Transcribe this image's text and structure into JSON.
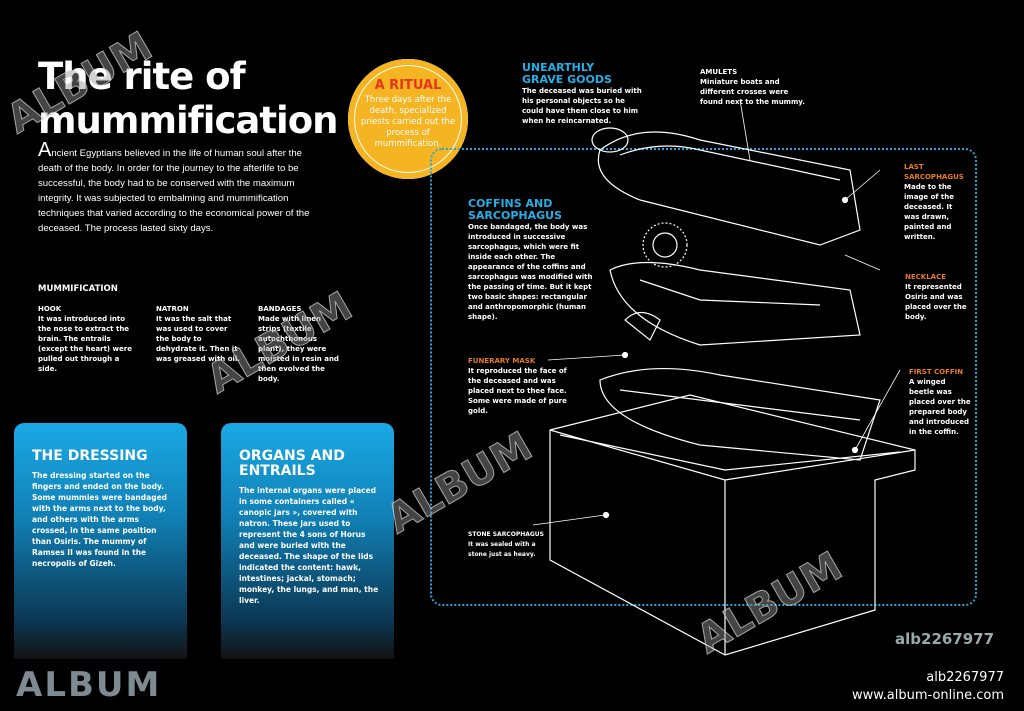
{
  "title": "The rite of mummification",
  "intro_initial": "A",
  "intro": "ncient Egyptians believed in the life of human soul after the death of the body. In order for the journey to the afterlife to be successful, the body had to be conserved with the maximum integrity. It was subjected to embalming and mummification techniques that varied according to the economical power of the deceased. The process lasted sixty days.",
  "mummification": {
    "title": "MUMMIFICATION",
    "items": [
      {
        "head": "HOOK",
        "text": "It was introduced into the nose to extract the brain. The entrails (except the heart) were pulled out through a side."
      },
      {
        "head": "NATRON",
        "text": "It was the salt that was used to cover the body to dehydrate it. Then it was greased with oil."
      },
      {
        "head": "BANDAGES",
        "text": "Made with linen strips (textile autochthonous plant), they were moisted in resin and then evolved the body."
      }
    ]
  },
  "dressing": {
    "title": "THE DRESSING",
    "text": "The dressing started on the fingers and ended on the body. Some mummies were bandaged with the arms next to the body, and others with the arms crossed, in the same position than Osiris. The mummy of Ramses II was found in the necropolis of Gizeh."
  },
  "organs": {
    "title": "ORGANS AND ENTRAILS",
    "text": "The internal organs were placed in some containers called « canopic jars », covered with natron. These jars used to represent the 4 sons of Horus and were buried with the deceased. The shape of the lids indicated the content: hawk, intestines; jackal, stomach; monkey, the lungs, and man, the liver."
  },
  "ritual": {
    "title": "A RITUAL",
    "text": "Three days after the death, specialized priests carried out the process of mummification."
  },
  "grave_goods": {
    "title": "UNEARTHLY GRAVE GOODS",
    "text": "The deceased was buried with his personal objects so he could have them close to him when he reincarnated."
  },
  "amulets": {
    "head": "AMULETS",
    "text": "Miniature boats and different crosses were found next to the mummy."
  },
  "coffins": {
    "title": "COFFINS AND SARCOPHAGUS",
    "text": "Once bandaged, the body was introduced in successive sarcophagus, which were fit inside each other. The appearance of the coffins and sarcophagus was modified with the passing of time. But it kept two basic shapes: rectangular and anthropomorphic (human shape)."
  },
  "last_sarcophagus": {
    "head": "LAST SARCOPHAGUS",
    "text": "Made to the image of the deceased. It was drawn, painted and written."
  },
  "necklace": {
    "head": "NECKLACE",
    "text": "It represented Osiris and was placed over the body."
  },
  "first_coffin": {
    "head": "FIRST COFFIN",
    "text": "A winged beetle was placed over the prepared body and introduced in the coffin."
  },
  "funerary_mask": {
    "head": "FUNERARY MASK",
    "text": "It reproduced the face of the deceased and was placed next to thee face. Some were made of pure gold."
  },
  "stone": {
    "head": "STONE SARCOPHAGUS",
    "text": "It was sealed with a stone just as heavy."
  },
  "watermark": "ALBUM",
  "footer": {
    "logo": "ALBUM",
    "id": "alb2267977",
    "url": "www.album-online.com"
  }
}
